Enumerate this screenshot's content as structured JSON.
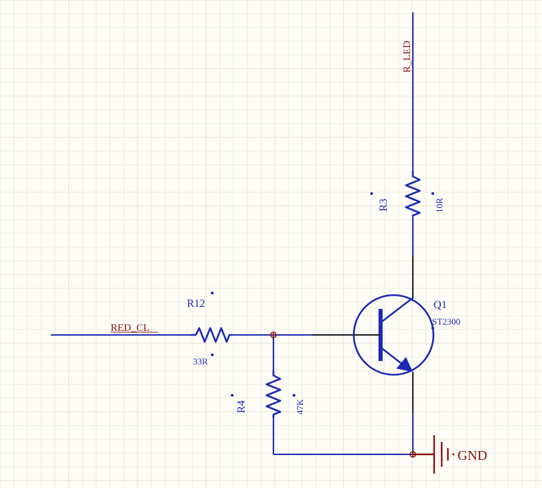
{
  "nets": {
    "left": "RED_CL",
    "top": "R_LED",
    "ground": "GND"
  },
  "components": {
    "r12": {
      "designator": "R12",
      "value": "33R"
    },
    "r4": {
      "designator": "R4",
      "value": "47K"
    },
    "r3": {
      "designator": "R3",
      "value": "10R"
    },
    "q1": {
      "designator": "Q1",
      "value": "ST2300"
    }
  },
  "colors": {
    "wire": "#1f2ab3",
    "net_label": "#8a1414",
    "pin": "#1a1a1a",
    "background": "#fdfcf6",
    "grid": "#ecebe3"
  }
}
